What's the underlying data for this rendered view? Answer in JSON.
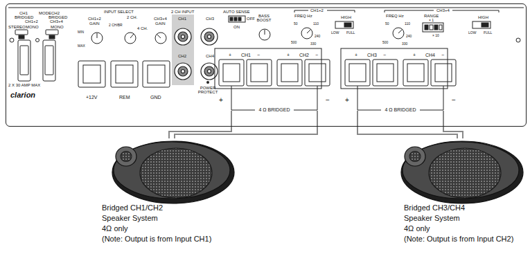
{
  "diagram": {
    "nodes": [
      {
        "text": [
          "clarion"
        ]
      },
      {
        "text": [
          "Bridged CH1/CH2",
          "Speaker System",
          "4Ω only",
          "(Note: Output is from Input CH1)"
        ]
      },
      {
        "text": [
          "Bridged CH3/CH4",
          "Speaker System",
          "4Ω only",
          "(Note: Output is from Input CH2)"
        ]
      }
    ],
    "edges": [
      {
        "from": 0,
        "to": 1,
        "arrow": "none"
      },
      {
        "from": 0,
        "to": 1,
        "arrow": "none"
      },
      {
        "from": 0,
        "to": 2,
        "arrow": "none"
      },
      {
        "from": 0,
        "to": 2,
        "arrow": "none"
      }
    ],
    "labels": [
      "CH1",
      "BRIDGED",
      "STEREO",
      "CH1+2",
      "MONO",
      "MODE",
      "CH2",
      "BRIDGED",
      "CH3+4",
      "MONO",
      "2 X 30 AMP MAX",
      "INPUT SELECT",
      "CH1+2",
      "GAIN",
      "MIN",
      "MAX",
      "2 CH.",
      "2 CH/BR",
      "4 CH.",
      "CH3+4",
      "GAIN",
      "+12V",
      "REM",
      "GND",
      "2 CH INPUT",
      "CH1",
      "CH2",
      "CH3",
      "CH4",
      "POWER PROTECT",
      "AUTO SENSE",
      "OFF",
      "ON",
      "BASS BOOST",
      "CH1+2",
      "FREQ Hz",
      "50",
      "110",
      "500",
      "240",
      "330",
      "HIGH",
      "LOW",
      "FULL",
      "CH3+4",
      "FREQ Hz",
      "50",
      "110",
      "500",
      "240",
      "330",
      "RANGE",
      "× 1",
      "× 10",
      "HIGH",
      "LOW",
      "FULL",
      "+",
      "CH1",
      "−",
      "+",
      "CH2",
      "−",
      "+",
      "CH3",
      "−",
      "+",
      "CH4",
      "−",
      "+",
      "−",
      "+",
      "−",
      "4 Ω BRIDGED",
      "4 Ω BRIDGED"
    ]
  }
}
